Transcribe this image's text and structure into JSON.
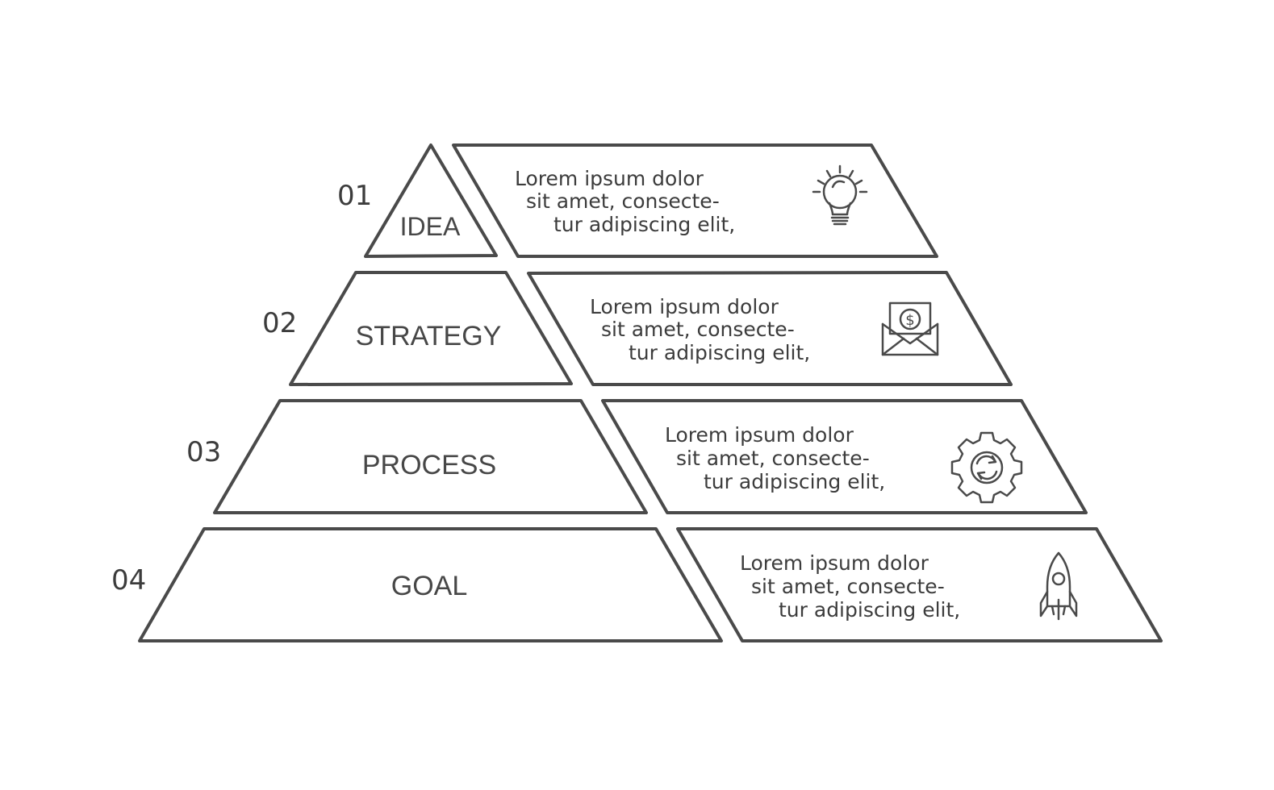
{
  "levels": [
    {
      "number": "01",
      "label": "IDEA",
      "description": [
        "Lorem ipsum dolor",
        "sit amet, consecte-",
        "tur adipiscing elit,"
      ],
      "icon": "lightbulb-icon"
    },
    {
      "number": "02",
      "label": "STRATEGY",
      "description": [
        "Lorem ipsum dolor",
        "sit amet, consecte-",
        "tur adipiscing elit,"
      ],
      "icon": "money-envelope-icon"
    },
    {
      "number": "03",
      "label": "PROCESS",
      "description": [
        "Lorem ipsum dolor",
        "sit amet, consecte-",
        "tur adipiscing elit,"
      ],
      "icon": "gear-icon"
    },
    {
      "number": "04",
      "label": "GOAL",
      "description": [
        "Lorem ipsum dolor",
        "sit amet, consecte-",
        "tur adipiscing elit,"
      ],
      "icon": "rocket-icon"
    }
  ],
  "colors": {
    "stroke": "#4a4a4a",
    "text": "#3c3c3c",
    "background": "#ffffff"
  }
}
